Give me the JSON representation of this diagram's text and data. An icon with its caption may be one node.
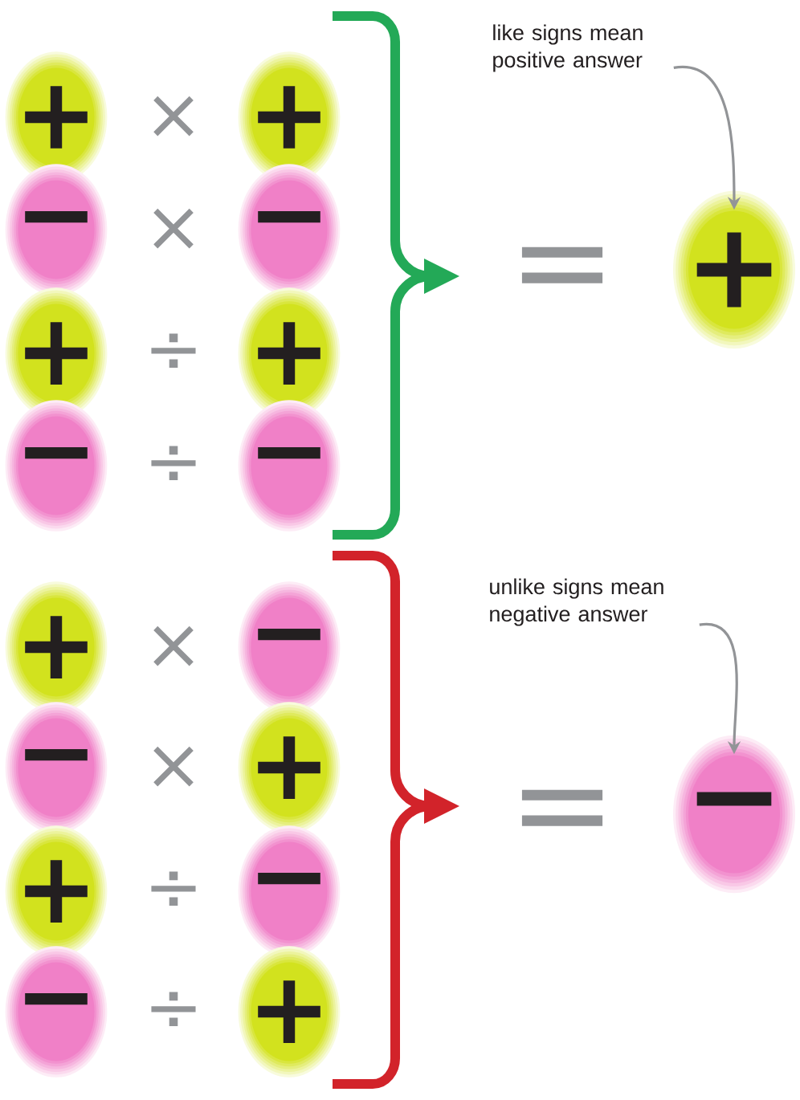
{
  "diagram": {
    "nodes": [
      {
        "text": [
          "+"
        ]
      },
      {
        "text": [
          "+"
        ]
      },
      {
        "text": [
          "−"
        ]
      },
      {
        "text": [
          "−"
        ]
      },
      {
        "text": [
          "+"
        ]
      },
      {
        "text": [
          "+"
        ]
      },
      {
        "text": [
          "−"
        ]
      },
      {
        "text": [
          "−"
        ]
      },
      {
        "text": [
          "like signs mean positive answer"
        ]
      },
      {
        "text": [
          "+"
        ]
      },
      {
        "text": [
          "+"
        ]
      },
      {
        "text": [
          "−"
        ]
      },
      {
        "text": [
          "−"
        ]
      },
      {
        "text": [
          "+"
        ]
      },
      {
        "text": [
          "+"
        ]
      },
      {
        "text": [
          "−"
        ]
      },
      {
        "text": [
          "−"
        ]
      },
      {
        "text": [
          "+"
        ]
      },
      {
        "text": [
          "unlike signs mean negative answer"
        ]
      },
      {
        "text": [
          "−"
        ]
      }
    ],
    "edges": [
      {
        "from": 8,
        "to": 9,
        "arrow": "to"
      },
      {
        "from": 18,
        "to": 19,
        "arrow": "to"
      }
    ],
    "labels": [
      "×",
      "×",
      "=",
      "÷",
      "÷",
      "×",
      "×",
      "=",
      "÷",
      "÷"
    ]
  }
}
